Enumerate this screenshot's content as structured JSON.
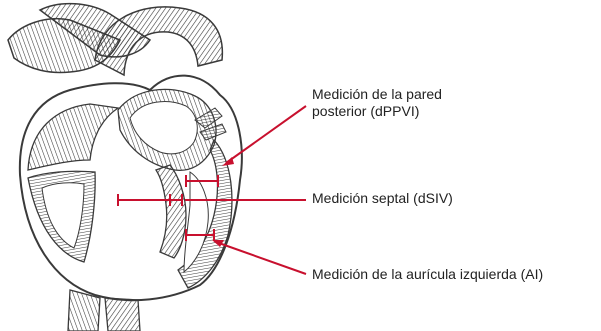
{
  "labels": {
    "pared_line1": "Medición de la pared",
    "pared_line2": "posterior (dPPVI)",
    "septal": "Medición septal (dSIV)",
    "auricula": "Medición de la aurícula izquierda (AI)"
  },
  "colors": {
    "accent": "#c8102e",
    "illustration": "#3a3a3a",
    "text": "#222222"
  },
  "illustration": {
    "subject": "heart-cross-section-engraving"
  }
}
